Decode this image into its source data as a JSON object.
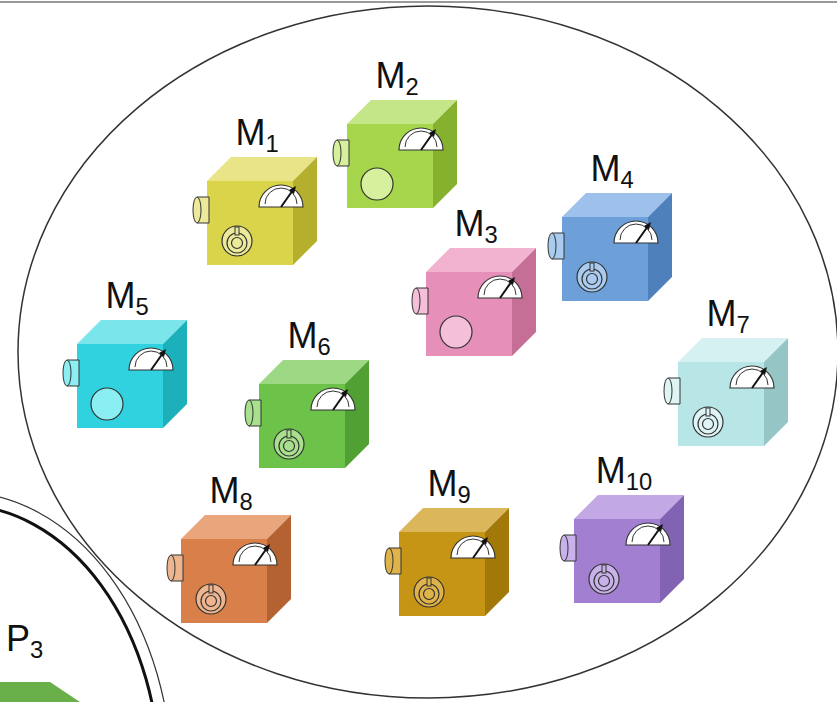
{
  "diagram": {
    "nodes": [
      {
        "text": []
      },
      {
        "text": [
          "M1"
        ],
        "in": 0
      },
      {
        "text": [
          "M2"
        ],
        "in": 0
      },
      {
        "text": [
          "M3"
        ],
        "in": 0
      },
      {
        "text": [
          "M4"
        ],
        "in": 0
      },
      {
        "text": [
          "M5"
        ],
        "in": 0
      },
      {
        "text": [
          "M6"
        ],
        "in": 0
      },
      {
        "text": [
          "M7"
        ],
        "in": 0
      },
      {
        "text": [
          "M8"
        ],
        "in": 0
      },
      {
        "text": [
          "M9"
        ],
        "in": 0
      },
      {
        "text": [
          "M10"
        ],
        "in": 0
      },
      {
        "text": [
          "P3"
        ]
      }
    ]
  }
}
